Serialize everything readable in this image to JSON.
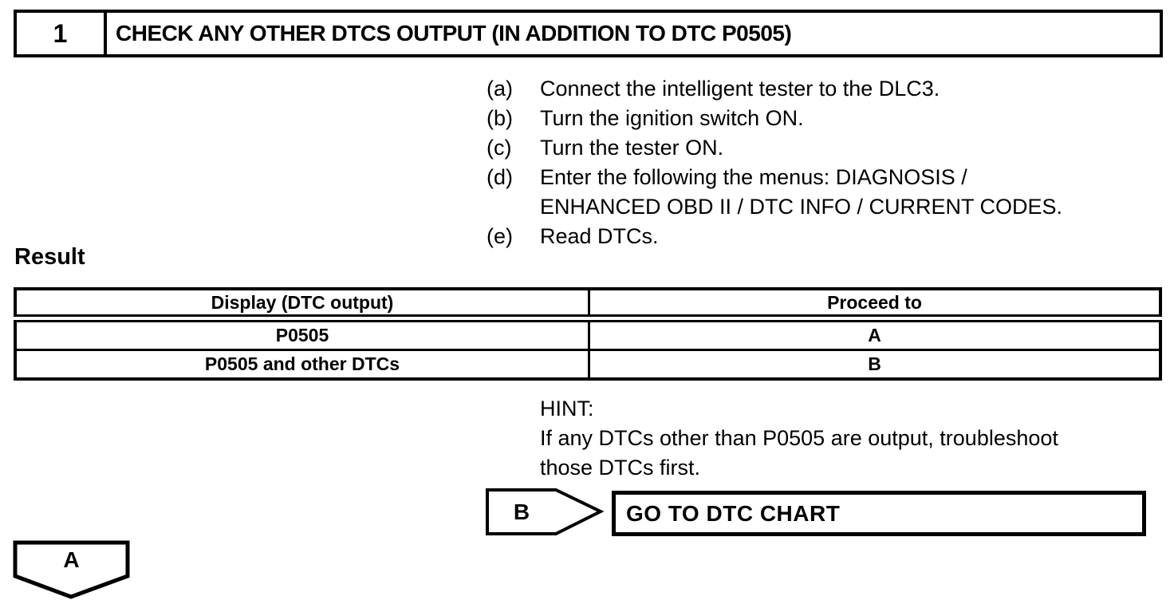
{
  "colors": {
    "background": "#ffffff",
    "text": "#000000",
    "border": "#000000"
  },
  "step": {
    "number": "1",
    "title": "CHECK ANY OTHER DTCS OUTPUT (IN ADDITION TO DTC P0505)"
  },
  "procedure": {
    "steps": [
      {
        "label": "(a)",
        "lines": [
          "Connect the intelligent tester to the DLC3."
        ]
      },
      {
        "label": "(b)",
        "lines": [
          "Turn the ignition switch ON."
        ]
      },
      {
        "label": "(c)",
        "lines": [
          "Turn the tester ON."
        ]
      },
      {
        "label": "(d)",
        "lines": [
          "Enter the following the menus: DIAGNOSIS /",
          "ENHANCED OBD II / DTC INFO / CURRENT CODES."
        ]
      },
      {
        "label": "(e)",
        "lines": [
          "Read DTCs."
        ]
      }
    ]
  },
  "result": {
    "label": "Result",
    "table": {
      "headers": {
        "display": "Display (DTC output)",
        "proceed": "Proceed to"
      },
      "rows": [
        {
          "display": "P0505",
          "proceed": "A"
        },
        {
          "display": "P0505 and other DTCs",
          "proceed": "B"
        }
      ]
    }
  },
  "hint": {
    "title": "HINT:",
    "lines": [
      "If any DTCs other than P0505 are output, troubleshoot",
      "those DTCs first."
    ]
  },
  "connectors": {
    "b_marker": "B",
    "goto_label": "GO TO DTC CHART",
    "a_marker": "A"
  }
}
